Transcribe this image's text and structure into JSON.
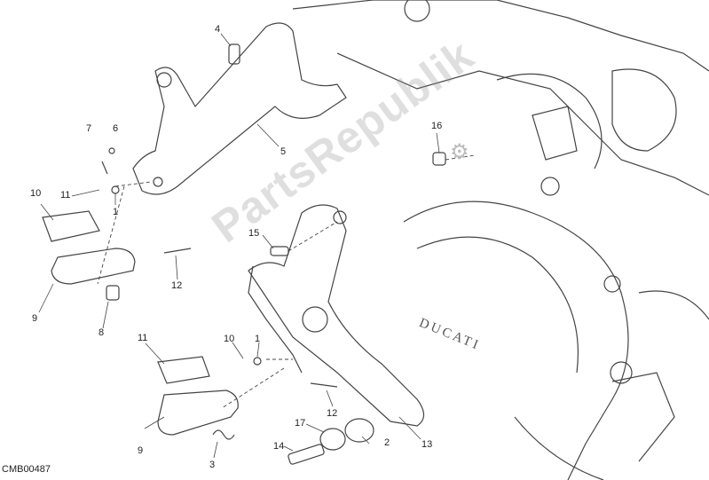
{
  "diagram": {
    "watermark": "PartsRepublik",
    "engine_brand": "DUCATI",
    "drawing_code": "CMB00487",
    "callouts": [
      "1",
      "1",
      "2",
      "3",
      "4",
      "5",
      "6",
      "7",
      "8",
      "9",
      "9",
      "10",
      "10",
      "11",
      "11",
      "12",
      "12",
      "13",
      "14",
      "15",
      "16",
      "17"
    ]
  },
  "colors": {
    "line": "#444444",
    "watermark": "#999999",
    "gear": "#bbbbbb"
  },
  "icons": {
    "gear": "gear-icon"
  }
}
